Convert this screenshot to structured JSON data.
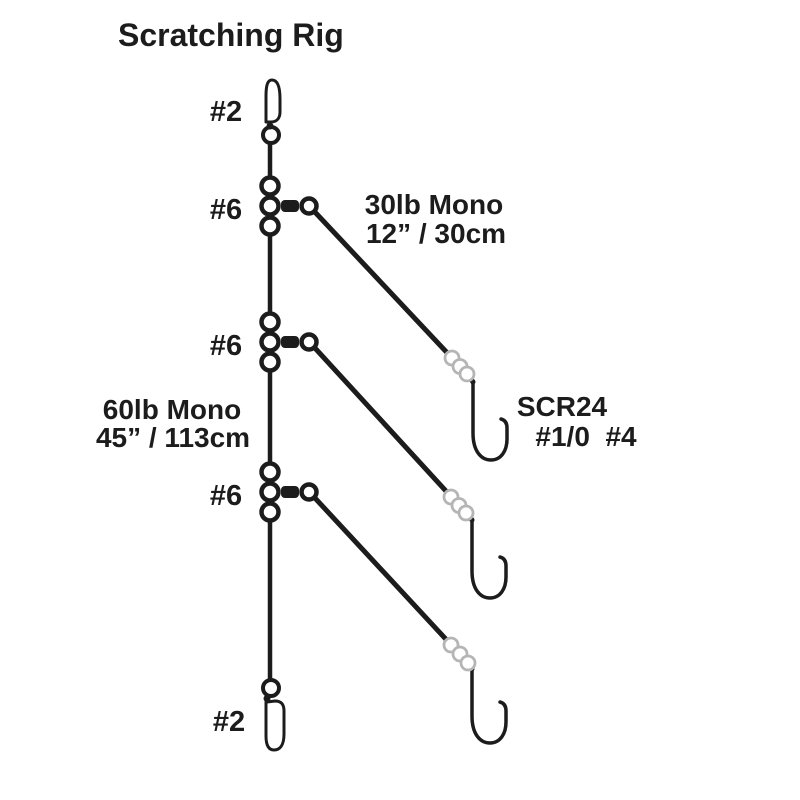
{
  "title": "Scratching Rig",
  "colors": {
    "background": "#ffffff",
    "line": "#1c1c1c",
    "text": "#1c1c1c",
    "bead": "#b5b5b5",
    "bead_fill": "#ffffff"
  },
  "top_snap": {
    "size": "#2"
  },
  "bottom_snap": {
    "size": "#2"
  },
  "swivels": {
    "s1": "#6",
    "s2": "#6",
    "s3": "#6"
  },
  "branch_line_label": {
    "line1": "30lb Mono",
    "line2": "12” / 30cm"
  },
  "main_line_label": {
    "line1": "60lb Mono",
    "line2": "45” / 113cm"
  },
  "hook_label": {
    "line1": "SCR24",
    "line2": "#1/0  #4"
  }
}
